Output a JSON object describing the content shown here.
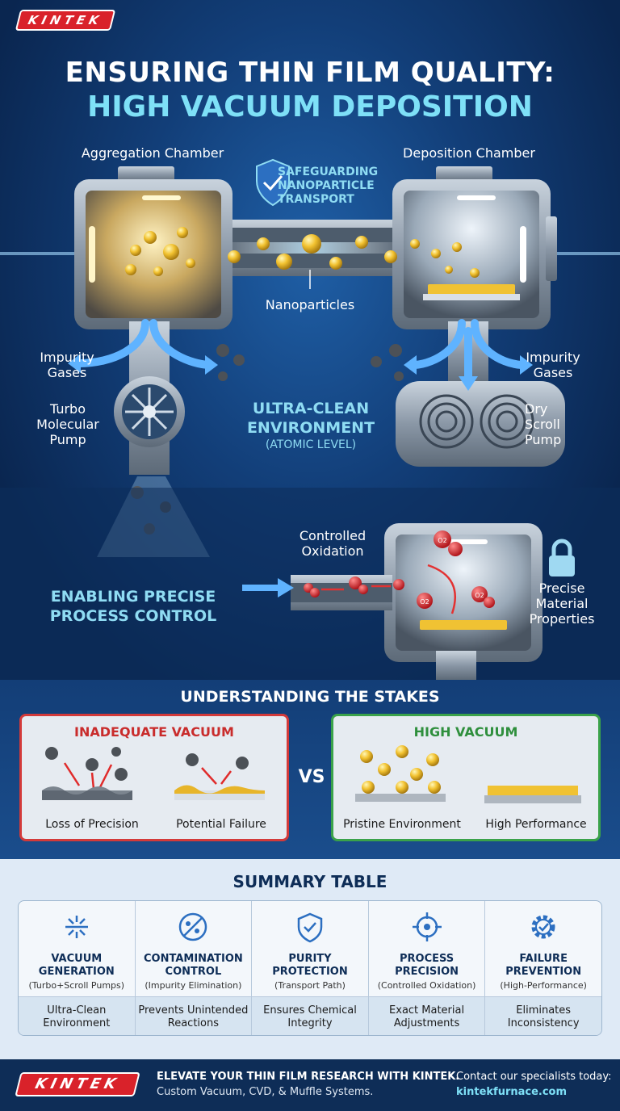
{
  "brand": {
    "logo_text": "KINTEK"
  },
  "hero": {
    "title_line1": "ENSURING THIN FILM QUALITY:",
    "title_line2": "HIGH VACUUM DEPOSITION",
    "aggregation_label": "Aggregation Chamber",
    "deposition_label": "Deposition Chamber",
    "safeguard_label": "SAFEGUARDING NANOPARTICLE TRANSPORT",
    "nanoparticles_label": "Nanoparticles",
    "impurity_left": "Impurity Gases",
    "impurity_right": "Impurity Gases",
    "turbo_label": "Turbo Molecular Pump",
    "scroll_label": "Dry Scroll Pump",
    "ultra_clean": "ULTRA-CLEAN ENVIRONMENT",
    "atomic_level": "(ATOMIC LEVEL)",
    "controlled_oxidation": "Controlled Oxidation",
    "enabling": "ENABLING PRECISE PROCESS CONTROL",
    "precise_props": "Precise Material Properties",
    "o2": "O2"
  },
  "stakes": {
    "title": "UNDERSTANDING THE STAKES",
    "bad_title": "INADEQUATE VACUUM",
    "bad_cap1": "Loss of Precision",
    "bad_cap2": "Potential Failure",
    "vs": "VS",
    "good_title": "HIGH VACUUM",
    "good_cap1": "Pristine Environment",
    "good_cap2": "High Performance"
  },
  "summary": {
    "title": "SUMMARY TABLE",
    "columns": [
      {
        "heading": "VACUUM GENERATION",
        "sub": "(Turbo+Scroll Pumps)",
        "body": "Ultra-Clean Environment",
        "icon": "vacuum-icon"
      },
      {
        "heading": "CONTAMINATION CONTROL",
        "sub": "(Impurity Elimination)",
        "body": "Prevents Unintended Reactions",
        "icon": "no-contamination-icon"
      },
      {
        "heading": "PURITY PROTECTION",
        "sub": "(Transport Path)",
        "body": "Ensures Chemical Integrity",
        "icon": "shield-check-icon"
      },
      {
        "heading": "PROCESS PRECISION",
        "sub": "(Controlled Oxidation)",
        "body": "Exact Material Adjustments",
        "icon": "target-icon"
      },
      {
        "heading": "FAILURE PREVENTION",
        "sub": "(High-Performance)",
        "body": "Eliminates Inconsistency",
        "icon": "gear-check-icon"
      }
    ]
  },
  "footer": {
    "tagline": "ELEVATE YOUR THIN FILM RESEARCH WITH KINTEK.",
    "systems": "Custom Vacuum, CVD, & Muffle Systems.",
    "contact": "Contact our specialists today:",
    "url": "kintekfurnace.com"
  },
  "colors": {
    "accent_cyan": "#7ee0f7",
    "brand_red": "#d9222a",
    "navy": "#0e2d57",
    "gold": "#f2c230",
    "bad_red": "#d33a3a",
    "good_green": "#3aa24a"
  }
}
